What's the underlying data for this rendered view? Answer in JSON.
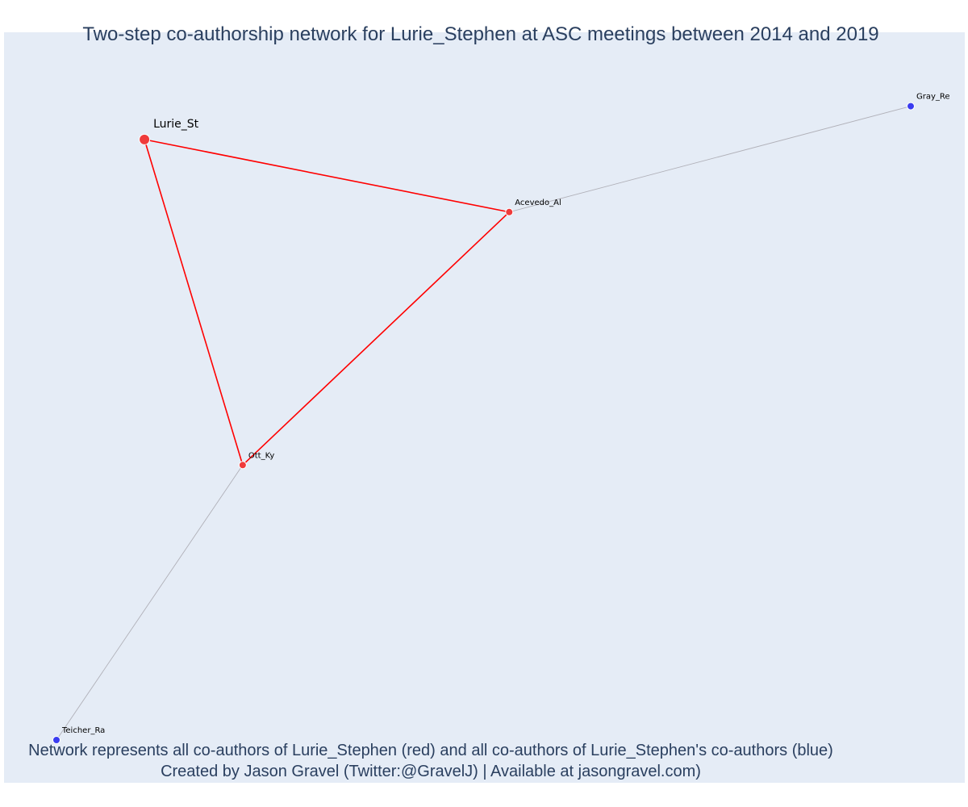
{
  "chart_data": {
    "type": "network",
    "title": "Two-step co-authorship network for Lurie_Stephen at ASC meetings between 2014 and 2019",
    "footnote": [
      "Network represents all co-authors of Lurie_Stephen (red) and all co-authors of Lurie_Stephen's co-authors (blue)",
      "Created by Jason Gravel (Twitter:@GravelJ) | Available at jasongravel.com)"
    ],
    "colors": {
      "background": "#e5ecf6",
      "direct_coauthor": "#ff0000",
      "second_step_coauthor": "#0000ff",
      "second_step_edge": "#b0b0b8",
      "text": "#2a3f5f"
    },
    "nodes": [
      {
        "id": "Lurie_St",
        "label": "Lurie_St",
        "group": "focal",
        "x": 0.103,
        "y": 0.902
      },
      {
        "id": "Acevedo_Al",
        "label": "Acevedo_Al",
        "group": "direct",
        "x": 0.53,
        "y": 0.793
      },
      {
        "id": "Ott_Ky",
        "label": "Ott_Ky",
        "group": "direct",
        "x": 0.218,
        "y": 0.413
      },
      {
        "id": "Gray_Re",
        "label": "Gray_Re",
        "group": "second",
        "x": 1.0,
        "y": 0.952
      },
      {
        "id": "Teicher_Ra",
        "label": "Teicher_Ra",
        "group": "second",
        "x": 0.0,
        "y": 0.0
      }
    ],
    "edges": [
      {
        "source": "Lurie_St",
        "target": "Acevedo_Al",
        "group": "direct"
      },
      {
        "source": "Lurie_St",
        "target": "Ott_Ky",
        "group": "direct"
      },
      {
        "source": "Acevedo_Al",
        "target": "Ott_Ky",
        "group": "direct"
      },
      {
        "source": "Acevedo_Al",
        "target": "Gray_Re",
        "group": "second"
      },
      {
        "source": "Ott_Ky",
        "target": "Teicher_Ra",
        "group": "second"
      }
    ]
  }
}
